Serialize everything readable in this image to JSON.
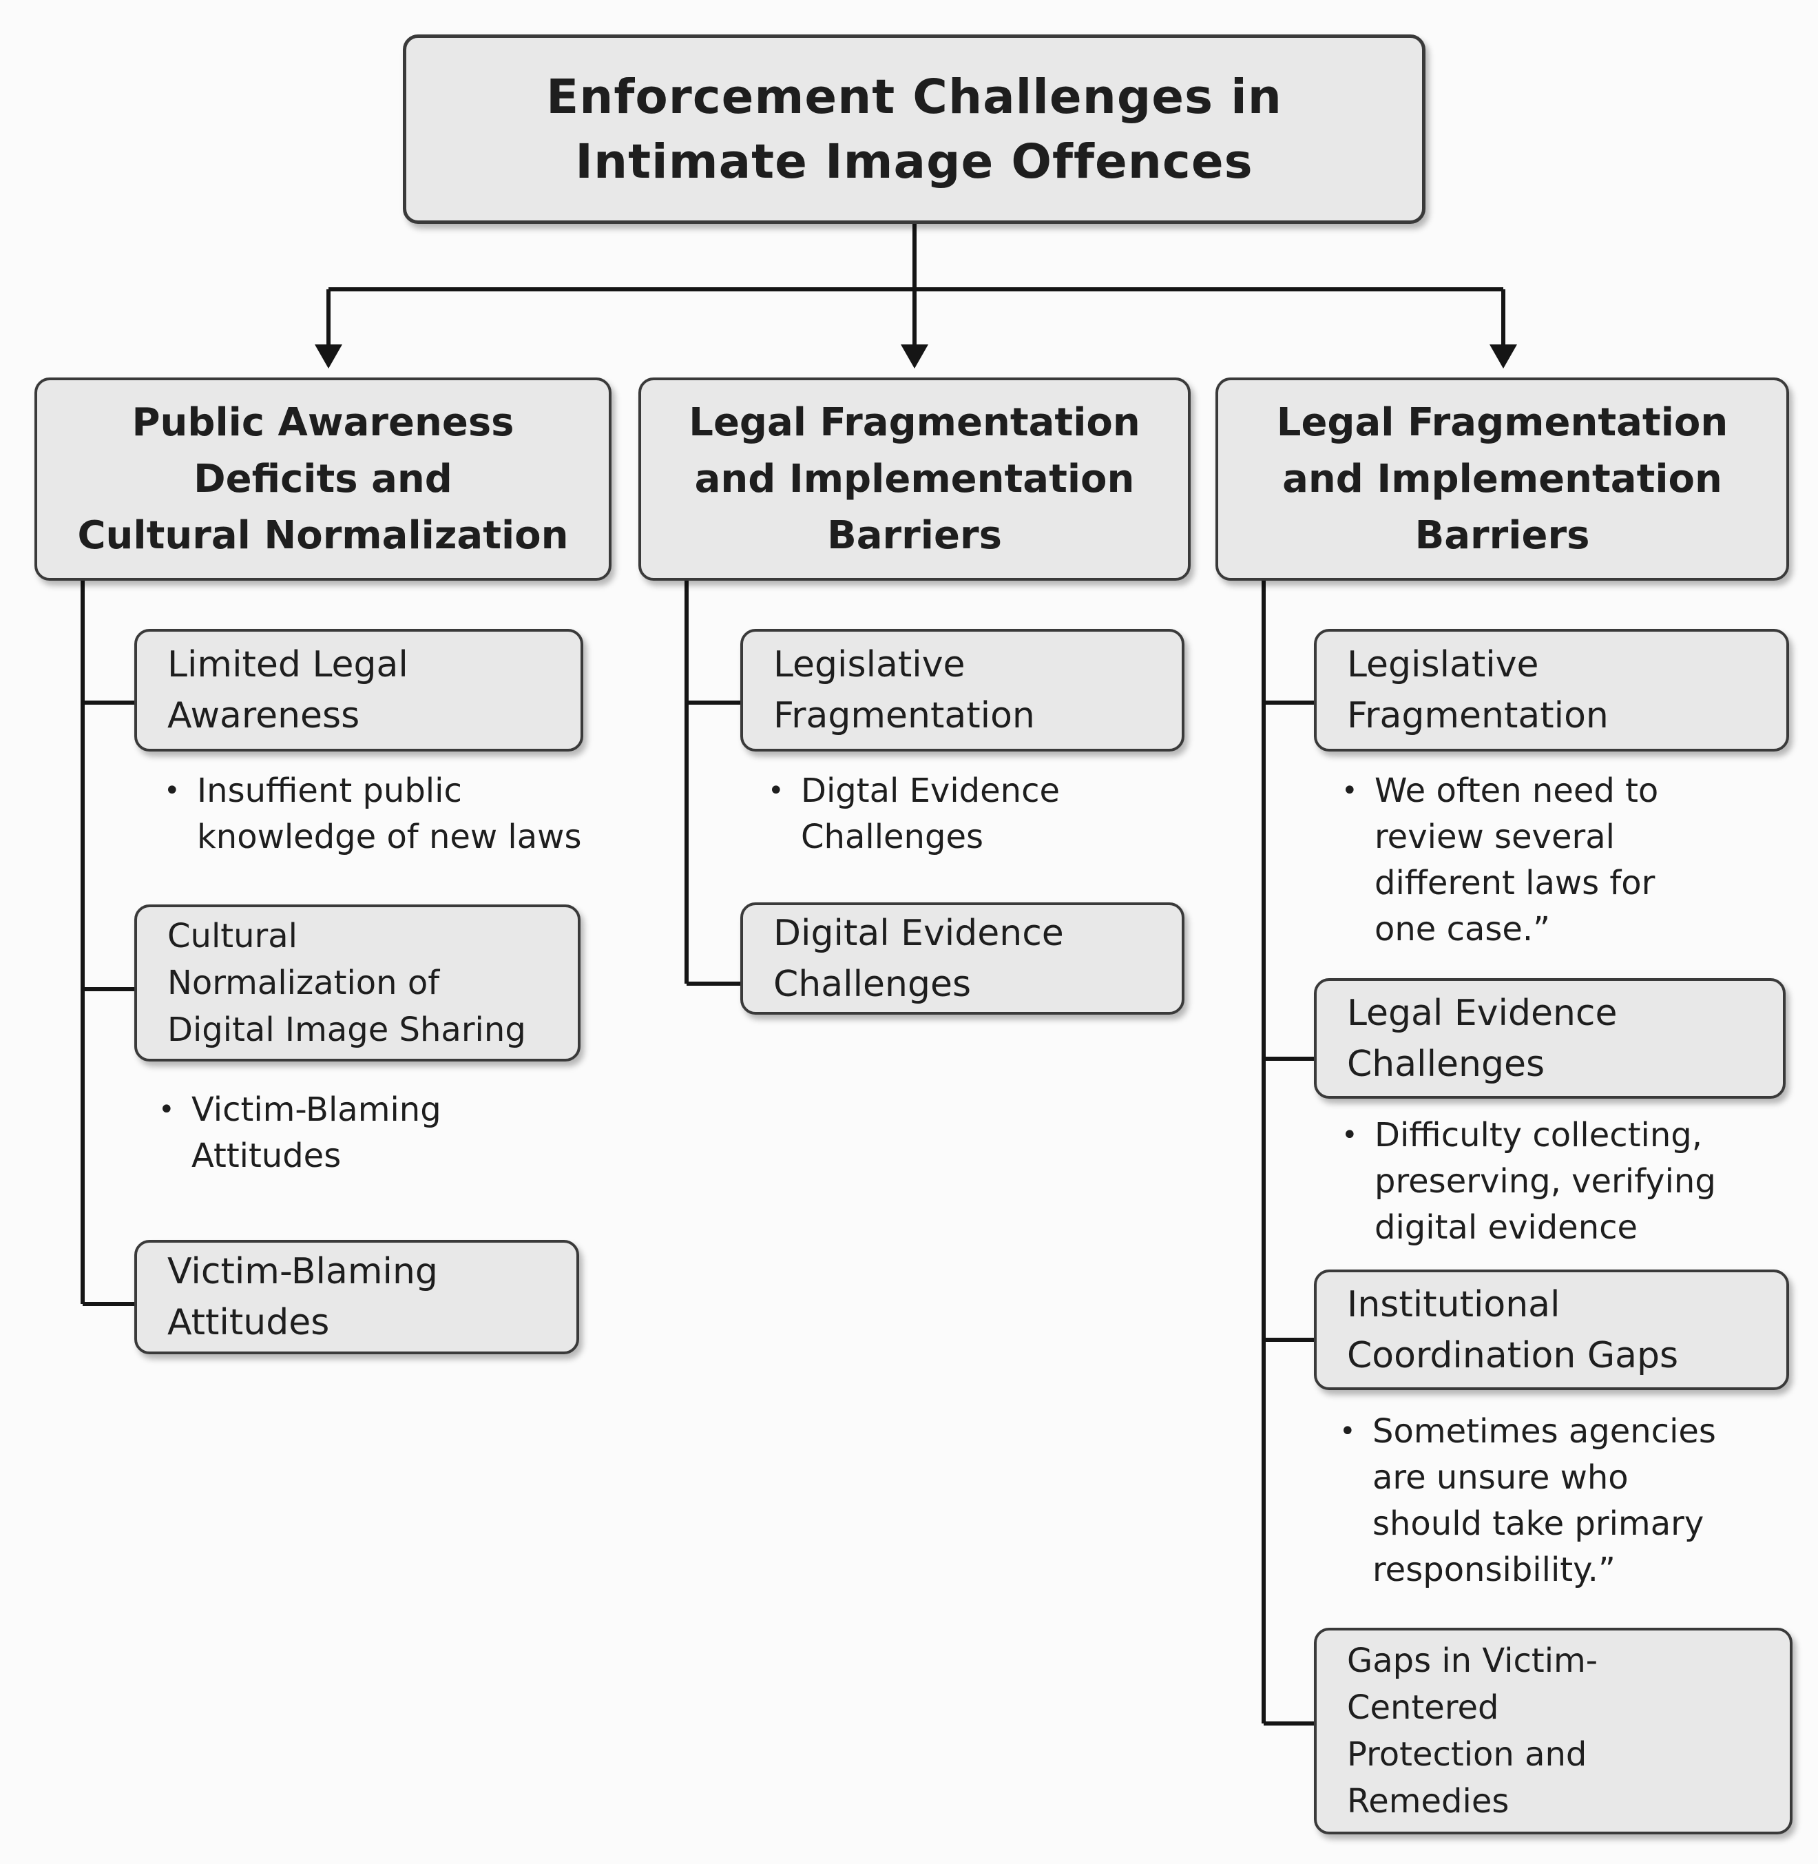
{
  "title": "Enforcement Challenges in\nIntimate Image Offences",
  "categories": [
    {
      "label": "Public Awareness\nDeficits and\nCultural Normalization",
      "items": [
        {
          "label": "Limited Legal\nAwareness",
          "note": "Insuffient public\nknowledge of new laws"
        },
        {
          "label": "Cultural\nNormalization of\nDigital Image Sharing",
          "note": "Victim-Blaming\nAttitudes"
        },
        {
          "label": "Victim-Blaming\nAttitudes"
        }
      ]
    },
    {
      "label": "Legal Fragmentation\nand Implementation\nBarriers",
      "items": [
        {
          "label": "Legislative\nFragmentation",
          "note": "Digtal Evidence\nChallenges"
        },
        {
          "label": "Digital Evidence\nChallenges"
        }
      ]
    },
    {
      "label": "Legal Fragmentation\nand Implementation\nBarriers",
      "items": [
        {
          "label": "Legislative\nFragmentation",
          "note": "We often need to\nreview several\ndifferent laws for\none case.”"
        },
        {
          "label": "Legal Evidence\nChallenges",
          "note": "Difficulty collecting,\npreserving, verifying\ndigital evidence"
        },
        {
          "label": "Institutional\nCoordination Gaps",
          "note": "Sometimes agencies\nare unsure who\nshould take primary\nresponsibility.”"
        },
        {
          "label": "Gaps in Victim-\nCentered\nProtection and\nRemedies"
        }
      ]
    }
  ]
}
